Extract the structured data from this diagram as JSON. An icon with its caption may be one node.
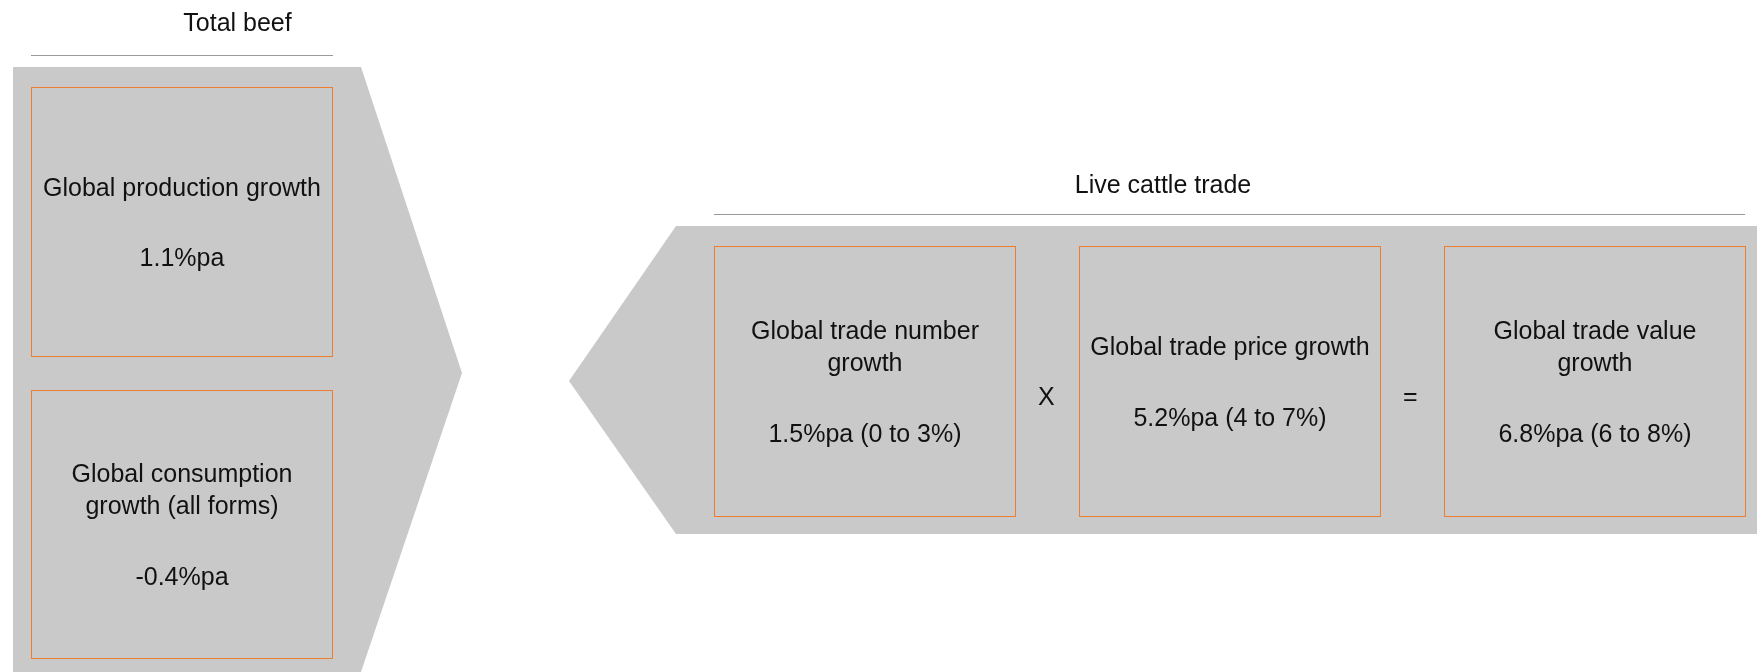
{
  "diagram": {
    "nodes": [
      {
        "text": [
          "Total beef"
        ]
      },
      {
        "text": [
          "Global production growth",
          "1.1%pa"
        ],
        "in": 0
      },
      {
        "text": [
          "Global consumption growth (all forms)",
          "-0.4%pa"
        ],
        "in": 0
      },
      {
        "text": [
          "Live cattle trade"
        ]
      },
      {
        "text": [
          "Global trade number growth",
          "1.5%pa (0 to 3%)"
        ],
        "in": 3
      },
      {
        "text": [
          "Global trade price growth",
          "5.2%pa (4 to 7%)"
        ],
        "in": 3
      },
      {
        "text": [
          "Global trade value growth",
          "6.8%pa (6 to 8%)"
        ],
        "in": 3
      }
    ],
    "labels": [
      "X",
      "="
    ]
  }
}
